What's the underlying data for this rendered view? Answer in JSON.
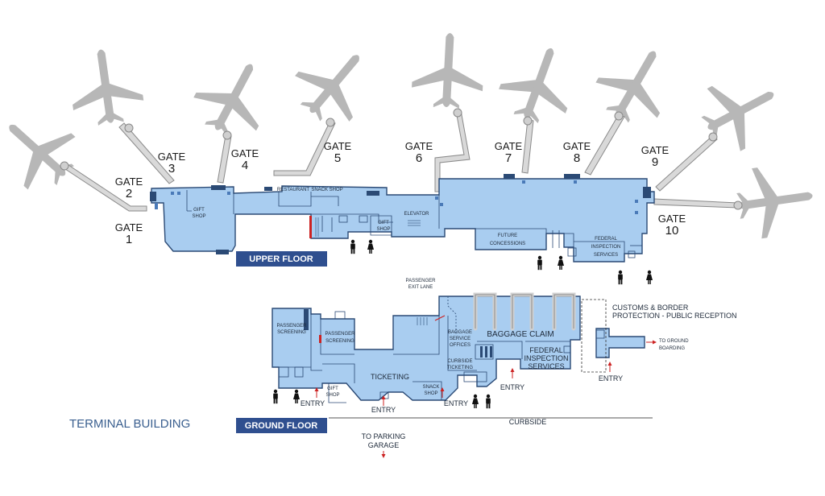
{
  "title": "TERMINAL BUILDING",
  "floors": {
    "upper": "UPPER FLOOR",
    "ground": "GROUND FLOOR"
  },
  "gate_word": "GATE",
  "gates": [
    {
      "number": "1"
    },
    {
      "number": "2"
    },
    {
      "number": "3"
    },
    {
      "number": "4"
    },
    {
      "number": "5"
    },
    {
      "number": "6"
    },
    {
      "number": "7"
    },
    {
      "number": "8"
    },
    {
      "number": "9"
    },
    {
      "number": "10"
    }
  ],
  "upper_labels": {
    "gift_shop_1": [
      "GIFT",
      "SHOP"
    ],
    "restaurant": "RESTAURANT",
    "snack_shop": "SNACK SHOP",
    "gift_shop_2": [
      "GIFT",
      "SHOP"
    ],
    "elevator": "ELEVATOR",
    "future_concessions": [
      "FUTURE",
      "CONCESSIONS"
    ],
    "federal_inspection": [
      "FEDERAL",
      "INSPECTION",
      "SERVICES"
    ]
  },
  "ground_labels": {
    "passenger_exit_lane": [
      "PASSENGER",
      "EXIT LANE"
    ],
    "passenger_screening_1": [
      "PASSENGER",
      "SCREENING"
    ],
    "passenger_screening_2": [
      "PASSENGER",
      "SCREENING"
    ],
    "baggage_service_offices": [
      "BAGGAGE",
      "SERVICE",
      "OFFICES"
    ],
    "curbside_ticketing": [
      "CURBSIDE",
      "TICKETING"
    ],
    "baggage_claim": "BAGGAGE CLAIM",
    "federal_inspection": [
      "FEDERAL",
      "INSPECTION",
      "SERVICES"
    ],
    "customs": [
      "CUSTOMS & BORDER",
      "PROTECTION - PUBLIC RECEPTION"
    ],
    "to_ground_boarding": [
      "TO GROUND",
      "BOARDING"
    ],
    "ticketing": "TICKETING",
    "gift_shop": [
      "GIFT",
      "SHOP"
    ],
    "snack_shop": [
      "SNACK",
      "SHOP"
    ],
    "entry": "ENTRY",
    "curbside": "CURBSIDE",
    "to_parking": [
      "TO PARKING",
      "GARAGE"
    ]
  },
  "colors": {
    "floor_fill": "#a9cdf0",
    "outline": "#2b4a75",
    "floor_badge": "#2f4f8f",
    "aircraft": "#b7b7b7",
    "entry_arrow": "#cc2222"
  }
}
